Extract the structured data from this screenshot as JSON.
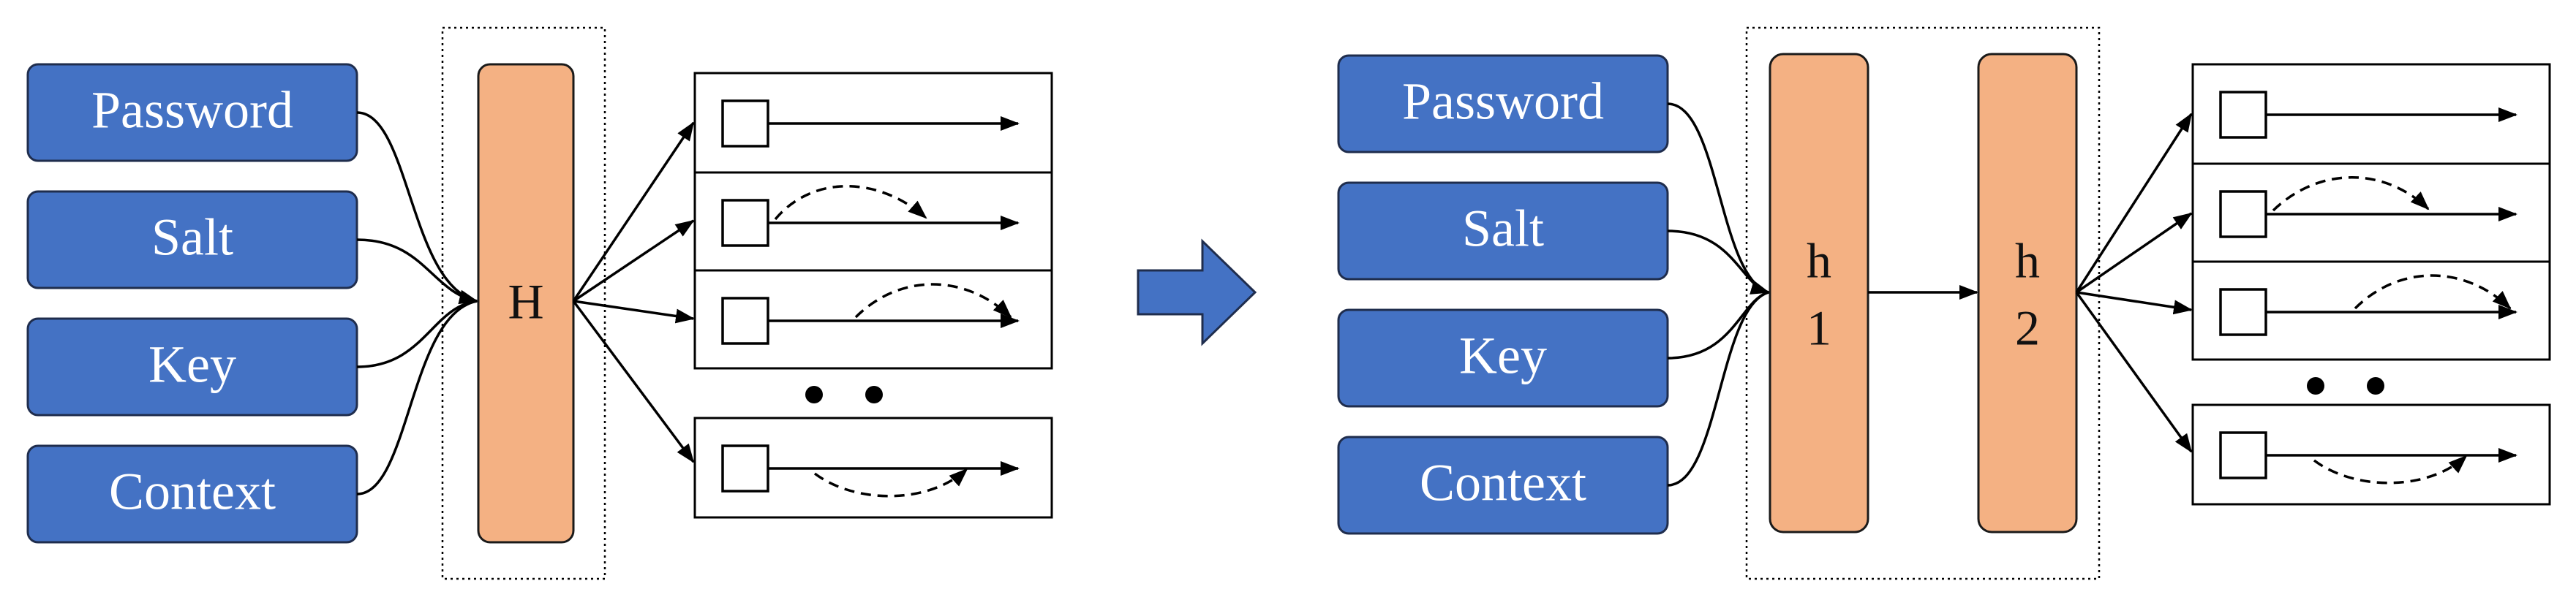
{
  "colors": {
    "input_fill": "#4472c4",
    "hash_fill": "#f4b183",
    "stroke": "#000000",
    "transition_arrow": "#4472c4"
  },
  "left": {
    "inputs": [
      "Password",
      "Salt",
      "Key",
      "Context"
    ],
    "hash_label": "H"
  },
  "right": {
    "inputs": [
      "Password",
      "Salt",
      "Key",
      "Context"
    ],
    "hash1_lines": [
      "h",
      "1"
    ],
    "hash2_lines": [
      "h",
      "2"
    ]
  }
}
